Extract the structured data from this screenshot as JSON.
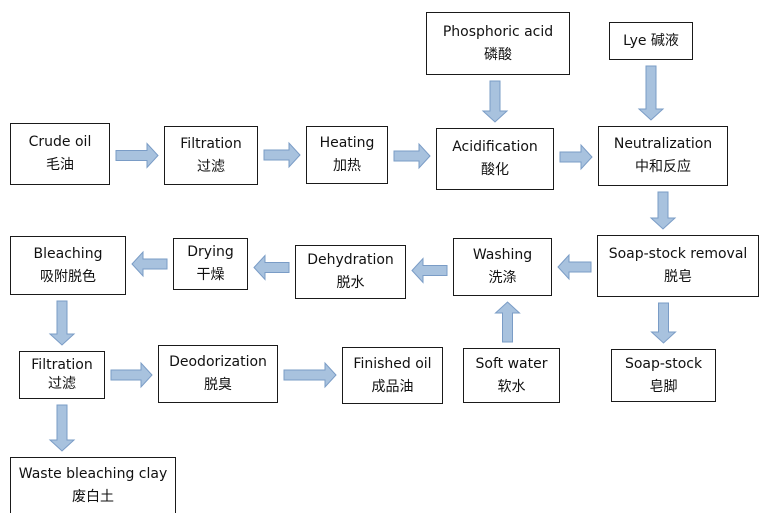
{
  "colors": {
    "arrow_fill": "#a8c2de",
    "arrow_stroke": "#7a9cc6",
    "box_border": "#1a1a1a",
    "text": "#111111",
    "background": "#ffffff"
  },
  "nodes": {
    "crude_oil": {
      "en": "Crude oil",
      "zh": "毛油"
    },
    "filtration_1": {
      "en": "Filtration",
      "zh": "过滤"
    },
    "heating": {
      "en": "Heating",
      "zh": "加热"
    },
    "acidification": {
      "en": "Acidification",
      "zh": "酸化"
    },
    "phosphoric_acid": {
      "en": "Phosphoric acid",
      "zh": "磷酸"
    },
    "lye": {
      "en": "Lye 碱液"
    },
    "neutralization": {
      "en": "Neutralization",
      "zh": "中和反应"
    },
    "soapstock_removal": {
      "en": "Soap-stock removal",
      "zh": "脱皂"
    },
    "soap_stock": {
      "en": "Soap-stock",
      "zh": "皂脚"
    },
    "washing": {
      "en": "Washing",
      "zh": "洗涤"
    },
    "soft_water": {
      "en": "Soft water",
      "zh": "软水"
    },
    "dehydration": {
      "en": "Dehydration",
      "zh": "脱水"
    },
    "drying": {
      "en": "Drying",
      "zh": "干燥"
    },
    "bleaching": {
      "en": "Bleaching",
      "zh": "吸附脱色"
    },
    "filtration_2": {
      "en": "Filtration",
      "zh": "过滤"
    },
    "waste_clay": {
      "en": "Waste bleaching clay",
      "zh": "废白土"
    },
    "deodorization": {
      "en": "Deodorization",
      "zh": "脱臭"
    },
    "finished_oil": {
      "en": "Finished oil",
      "zh": "成品油"
    }
  },
  "edges": [
    [
      "crude_oil",
      "filtration_1"
    ],
    [
      "filtration_1",
      "heating"
    ],
    [
      "heating",
      "acidification"
    ],
    [
      "phosphoric_acid",
      "acidification"
    ],
    [
      "acidification",
      "neutralization"
    ],
    [
      "lye",
      "neutralization"
    ],
    [
      "neutralization",
      "soapstock_removal"
    ],
    [
      "soapstock_removal",
      "soap_stock"
    ],
    [
      "soapstock_removal",
      "washing"
    ],
    [
      "soft_water",
      "washing"
    ],
    [
      "washing",
      "dehydration"
    ],
    [
      "dehydration",
      "drying"
    ],
    [
      "drying",
      "bleaching"
    ],
    [
      "bleaching",
      "filtration_2"
    ],
    [
      "filtration_2",
      "waste_clay"
    ],
    [
      "filtration_2",
      "deodorization"
    ],
    [
      "deodorization",
      "finished_oil"
    ]
  ]
}
